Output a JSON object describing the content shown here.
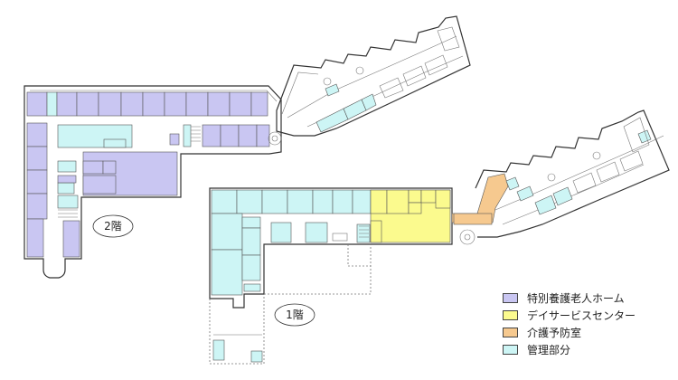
{
  "floors": {
    "floor2": {
      "label": "2階"
    },
    "floor1": {
      "label": "1階"
    }
  },
  "legend": [
    {
      "label": "特別養護老人ホーム",
      "color": "#c9c6f2"
    },
    {
      "label": "デイサービスセンター",
      "color": "#fbfa8e"
    },
    {
      "label": "介護予防室",
      "color": "#f6c98f"
    },
    {
      "label": "管理部分",
      "color": "#cdf5f5"
    }
  ],
  "colors": {
    "special_nursing": "#c9c6f2",
    "day_service": "#fbfa8e",
    "care_prevention": "#f6c98f",
    "management": "#cdf5f5",
    "corridor": "#ffffff"
  }
}
